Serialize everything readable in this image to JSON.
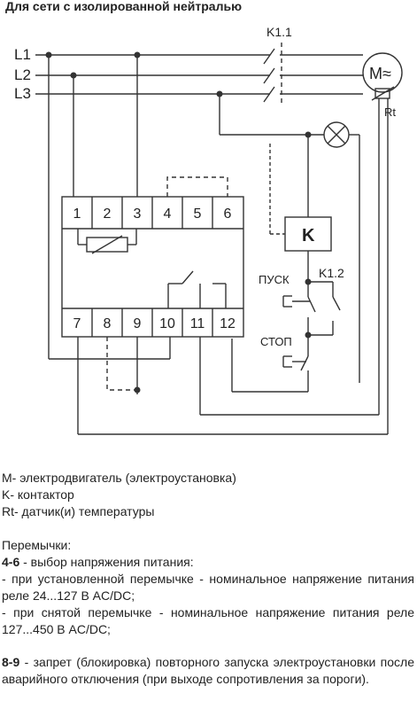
{
  "title": "Для сети с изолированной нейтралью",
  "diagram": {
    "lines": [
      "L1",
      "L2",
      "L3"
    ],
    "contactor_main": "K1.1",
    "contactor_aux": "K1.2",
    "motor_symbol": "M≈",
    "sensor": "Rt",
    "coil": "K",
    "start_button": "ПУСК",
    "stop_button": "СТОП",
    "terminals_top": [
      "1",
      "2",
      "3",
      "4",
      "5",
      "6"
    ],
    "terminals_bottom": [
      "7",
      "8",
      "9",
      "10",
      "11",
      "12"
    ]
  },
  "legend": [
    "M- электродвигатель (электроустановка)",
    "K- контактор",
    "Rt- датчик(и) температуры"
  ],
  "jumpers": {
    "header": "Перемычки:",
    "j46": {
      "code": "4-6",
      "desc": " - выбор напряжения питания:",
      "item1": "- при установленной перемычке - номинальное напряжение питания реле 24...127 В AC/DC;",
      "item2": "- при снятой перемычке - номинальное напряжение питания реле 127...450 В AC/DC;"
    },
    "j89": {
      "code": "8-9",
      "desc": " - запрет (блокировка) повторного запуска электроустановки после аварийного отключения (при выходе сопротивления за пороги)."
    }
  }
}
